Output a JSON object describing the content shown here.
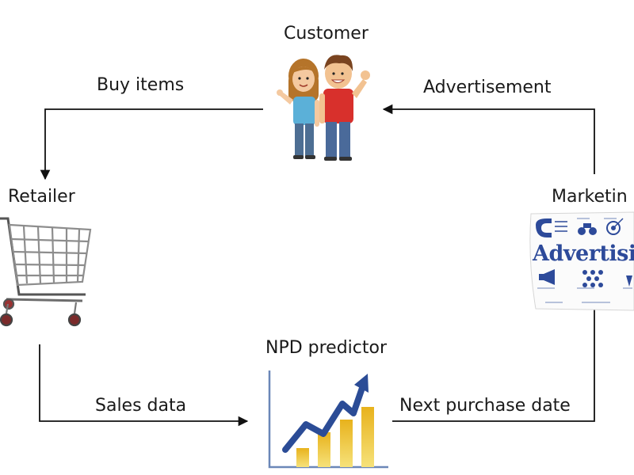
{
  "nodes": {
    "customer": "Customer",
    "retailer": "Retailer",
    "marketing": "Marketin",
    "predictor": "NPD predictor"
  },
  "edges": {
    "buy_items": "Buy items",
    "advertisement": "Advertisement",
    "sales_data": "Sales data",
    "next_purchase": "Next purchase date"
  },
  "advertising_card": {
    "headline": "Advertisin"
  },
  "colors": {
    "arrow": "#111111",
    "advertising_text": "#2d4a9a",
    "bar_gold": "#d9a514",
    "trend_arrow": "#2b4c96"
  }
}
